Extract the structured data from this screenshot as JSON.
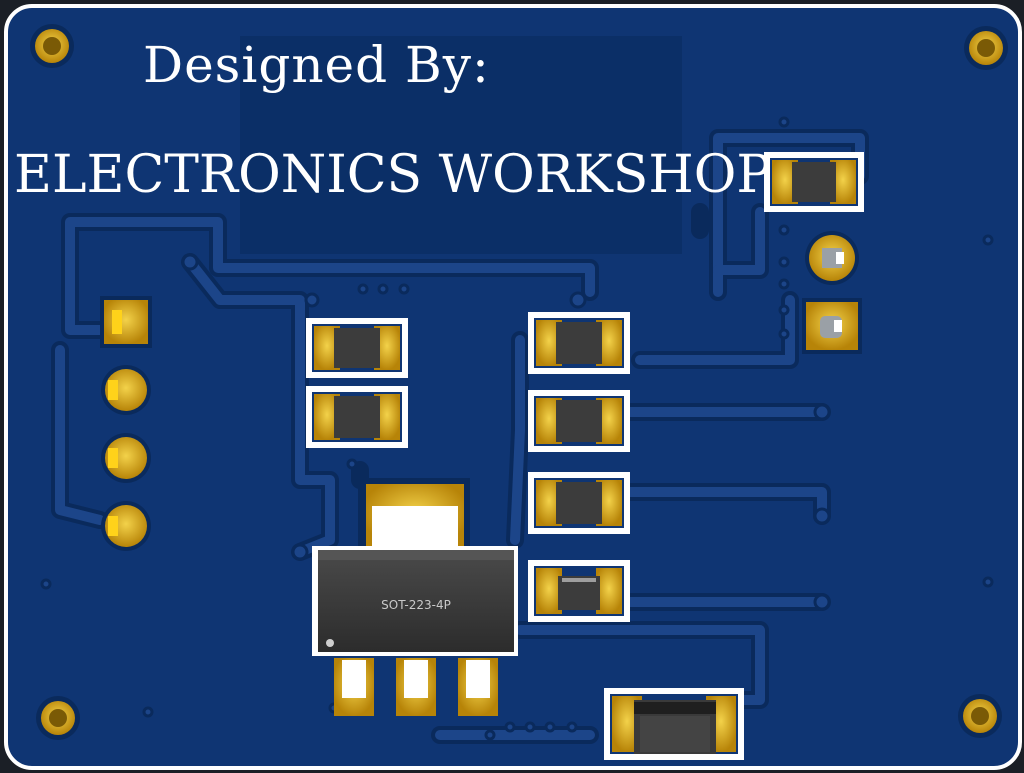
{
  "silkscreen": {
    "line1": "Designed By:",
    "line2": "ELECTRONICS WORKSHOP"
  },
  "regulator": {
    "package_label": "SOT-223-4P"
  },
  "colors": {
    "board": "#0f3573",
    "copper_pour": "#0b2f67",
    "trace": "#1c4589",
    "gold": "#c6960c",
    "silkscreen": "#ffffff"
  }
}
